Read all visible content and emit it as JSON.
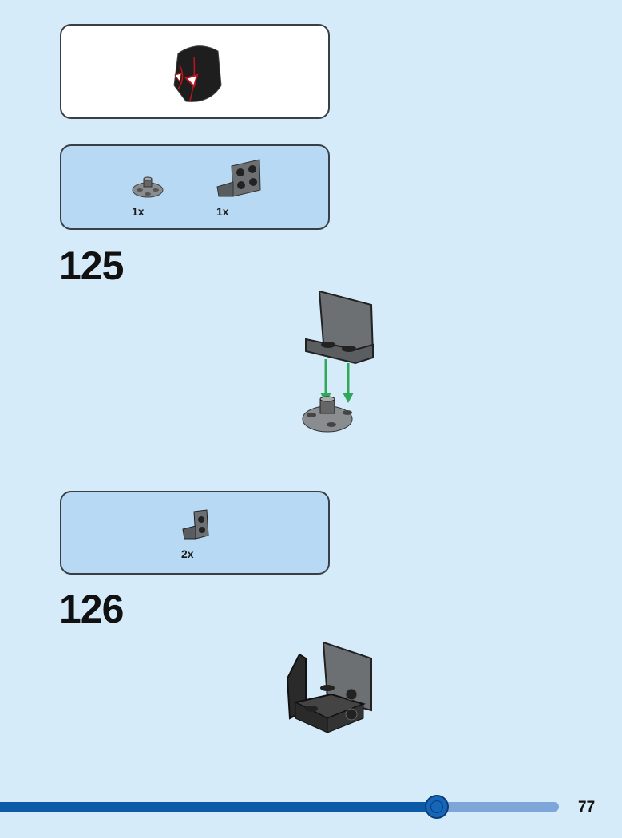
{
  "parts_lists": [
    {
      "items": [
        {
          "name": "round-plate",
          "qty": "1x"
        },
        {
          "name": "bracket",
          "qty": "1x"
        }
      ]
    },
    {
      "items": [
        {
          "name": "bracket-small",
          "qty": "2x"
        }
      ]
    }
  ],
  "steps": [
    {
      "number": "125"
    },
    {
      "number": "126"
    }
  ],
  "progress": {
    "percent": 78,
    "color": "#0a5aa8",
    "track_color": "#7fa6d8"
  },
  "page_number": "77"
}
